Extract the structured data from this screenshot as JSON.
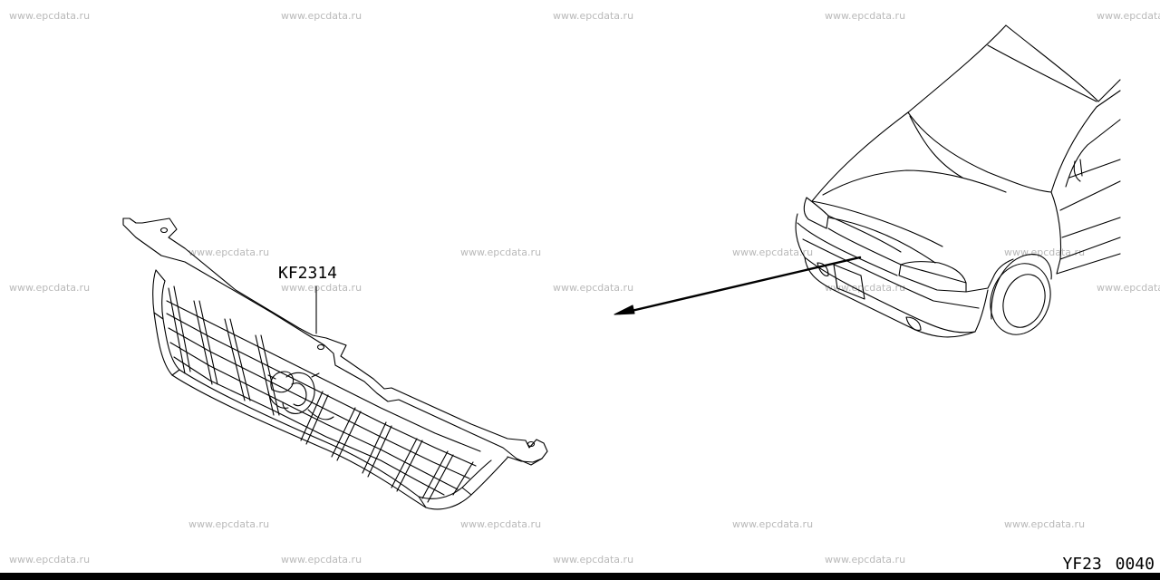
{
  "watermark": {
    "text": "www.epcdata.ru",
    "color": "#b9b9b9"
  },
  "part": {
    "number": "KF2314",
    "name": "grille"
  },
  "diagram": {
    "code": "YF23 0040"
  },
  "colors": {
    "line": "#000000",
    "background": "#ffffff"
  }
}
